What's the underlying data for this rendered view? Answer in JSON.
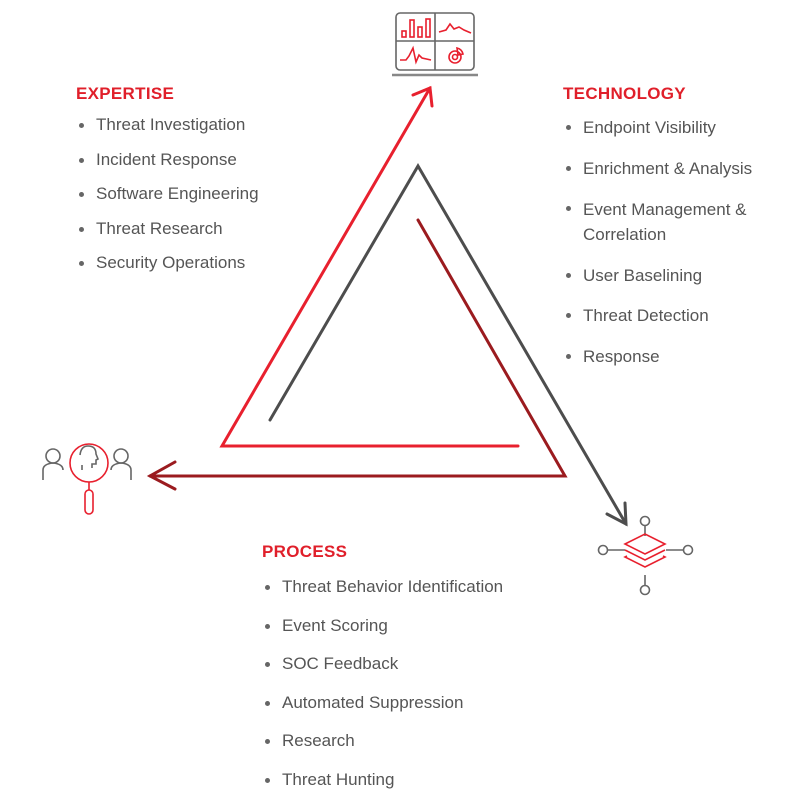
{
  "colors": {
    "red": "#e8202e",
    "dark_red": "#9b1b1f",
    "gray": "#555555",
    "heading": "#e01f2a"
  },
  "expertise": {
    "title": "EXPERTISE",
    "items": [
      "Threat Investigation",
      "Incident Response",
      "Software Engineering",
      "Threat Research",
      "Security Operations"
    ]
  },
  "technology": {
    "title": "TECHNOLOGY",
    "items": [
      "Endpoint Visibility",
      "Enrichment & Analysis",
      "Event Management & Correlation",
      "User Baselining",
      "Threat Detection",
      "Response"
    ]
  },
  "process": {
    "title": "PROCESS",
    "items": [
      "Threat Behavior Identification",
      "Event Scoring",
      "SOC Feedback",
      "Automated Suppression",
      "Research",
      "Threat Hunting"
    ]
  },
  "icons": {
    "top": "dashboard-icon",
    "left": "people-search-icon",
    "right": "data-layers-network-icon"
  }
}
